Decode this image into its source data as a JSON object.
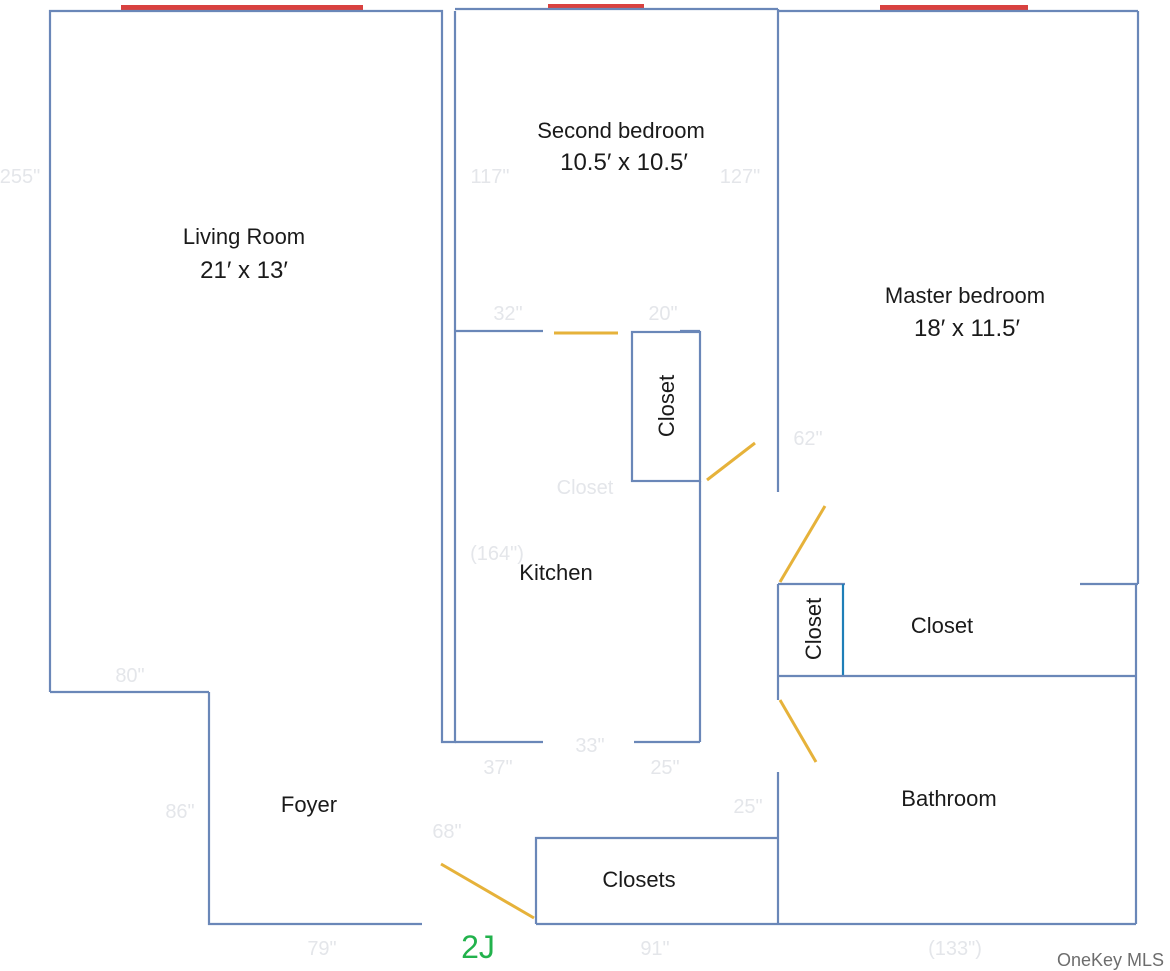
{
  "rooms": {
    "living_room": {
      "name": "Living Room",
      "dims": "21′ x 13′"
    },
    "second_bedroom": {
      "name": "Second bedroom",
      "dims": "10.5′ x 10.5′"
    },
    "master_bedroom": {
      "name": "Master bedroom",
      "dims": "18′ x 11.5′"
    },
    "kitchen": {
      "name": "Kitchen"
    },
    "foyer": {
      "name": "Foyer"
    },
    "bathroom": {
      "name": "Bathroom"
    },
    "closet_kitchen": {
      "name": "Closet"
    },
    "closet_hall": {
      "name": "Closet"
    },
    "closet_master": {
      "name": "Closet"
    },
    "closets_entry": {
      "name": "Closets"
    }
  },
  "unit_label": "2J",
  "watermark": "OneKey MLS",
  "faint_measurements": [
    "255\"",
    "117\"",
    "127\"",
    "32\"",
    "20\"",
    "62\"",
    "(164\")",
    "Closet",
    "80\"",
    "33\"",
    "37\"",
    "25\"",
    "86\"",
    "68\"",
    "25\"",
    "79\"",
    "91\"",
    "(133\")"
  ],
  "colors": {
    "wall": "#6a87b8",
    "door": "#e6b23a",
    "window": "#d9413f",
    "unit_label": "#22b24c"
  }
}
